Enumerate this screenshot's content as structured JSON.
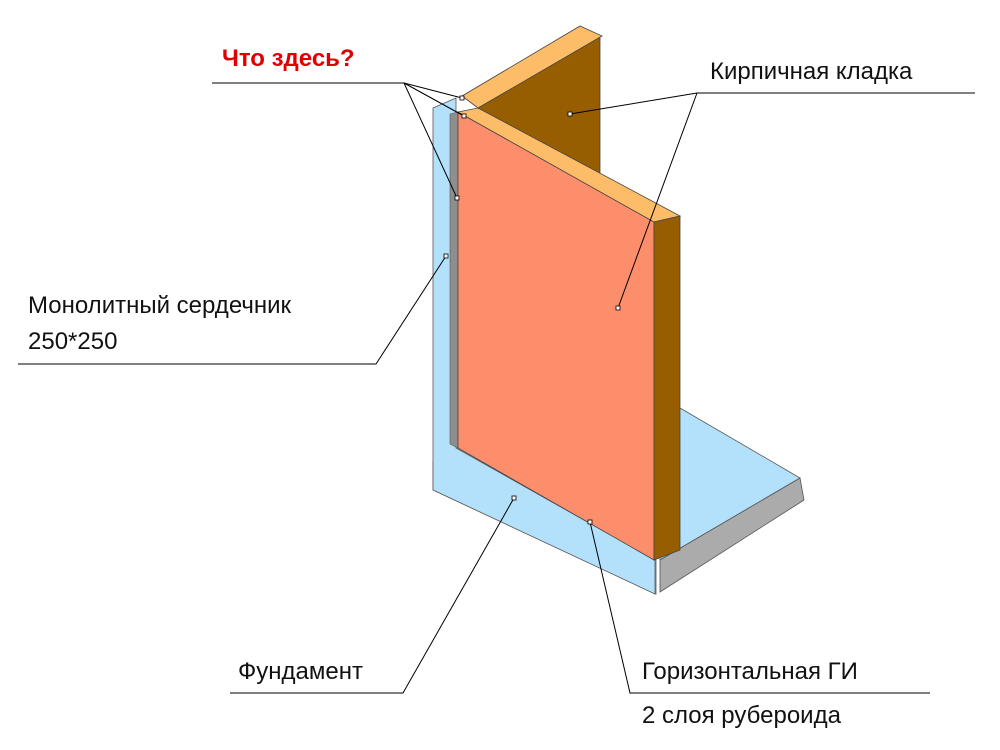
{
  "labels": {
    "question": "Что здесь?",
    "brickwork": "Кирпичная кладка",
    "core_line1": "Монолитный сердечник",
    "core_line2": "250*250",
    "foundation": "Фундамент",
    "hwp_line1": "Горизонтальная ГИ",
    "hwp_line2": "2 слоя рубероида"
  },
  "colors": {
    "question_text": "#e00000",
    "brick_face": "#fc8e6c",
    "brick_top": "#fcbc68",
    "brick_side": "#965e00",
    "concrete_face": "#b3e1fc",
    "concrete_shadow": "#8e8e8e",
    "concrete_dark": "#ababab",
    "leader": "#000000"
  }
}
